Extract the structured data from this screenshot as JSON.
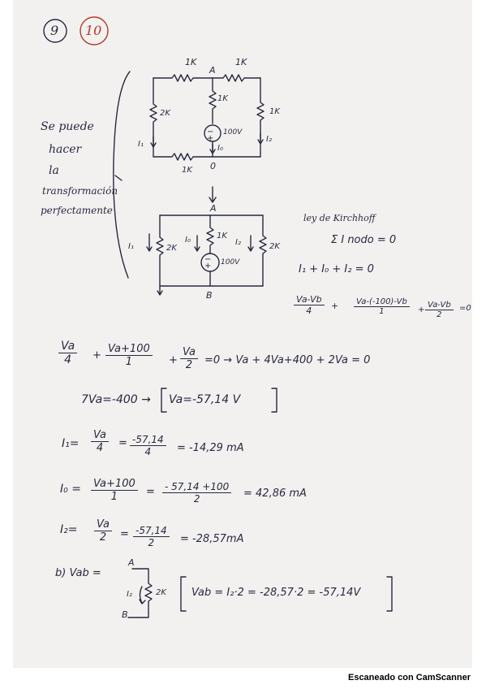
{
  "header": {
    "num_9": "9",
    "num_10": "10"
  },
  "note": {
    "lines": [
      "Se puede",
      "hacer",
      "la",
      "transformación",
      "perfectamente"
    ]
  },
  "circuit1": {
    "r_top_left": "1K",
    "node_a": "A",
    "r_top_right": "1K",
    "r_mid": "1K",
    "r_left": "2K",
    "r_right": "1K",
    "source": "100V",
    "i_left": "I₁",
    "i_mid": "I₀",
    "i_right": "I₂",
    "r_bottom": "1K",
    "node_0": "0"
  },
  "circuit2": {
    "node_a": "A",
    "node_b": "B",
    "i_left": "I₁",
    "i_mid": "I₀",
    "i_right": "I₂",
    "r_left": "2K",
    "r_mid": "1K",
    "r_right": "2K",
    "source": "100V"
  },
  "kirchhoff": {
    "title": "ley de Kirchhoff",
    "sum_eq": "Σ I nodo = 0",
    "currents_eq": "I₁ + I₀ + I₂ = 0",
    "f1_num": "Va-Vb",
    "f1_den": "4",
    "plus1": "+",
    "f2_num": "Va-(-100)-Vb",
    "f2_den": "1",
    "plus2": "+",
    "f3_num": "Va-Vb",
    "f3_den": "2",
    "eq_zero": "=0"
  },
  "main_eq": {
    "f1_num": "Va",
    "f1_den": "4",
    "plus1": "+",
    "f2_num": "Va+100",
    "f2_den": "1",
    "plus2": "+",
    "f3_num": "Va",
    "f3_den": "2",
    "rhs": "=0 → Va + 4Va+400 + 2Va = 0"
  },
  "solve": {
    "lhs": "7Va=-400 →",
    "result": "Va=-57,14 V"
  },
  "i1": {
    "label": "I₁=",
    "f_num": "Va",
    "f_den": "4",
    "eq": "=",
    "v_num": "-57,14",
    "v_den": "4",
    "result": "= -14,29 mA"
  },
  "i0": {
    "label": "I₀ =",
    "f_num": "Va+100",
    "f_den": "1",
    "eq": "=",
    "v_num": "- 57,14 +100",
    "v_den": "2",
    "result": "= 42,86 mA"
  },
  "i2": {
    "label": "I₂=",
    "f_num": "Va",
    "f_den": "2",
    "eq": "=",
    "v_num": "-57,14",
    "v_den": "2",
    "result": "= -28,57mA"
  },
  "part_b": {
    "label": "b) Vab =",
    "node_a": "A",
    "node_b": "B",
    "i_lbl": "I₂",
    "r_lbl": "2K",
    "result": "Vab = I₂·2 = -28,57·2 = -57,14V"
  },
  "footer": {
    "text": "Escaneado con CamScanner"
  }
}
